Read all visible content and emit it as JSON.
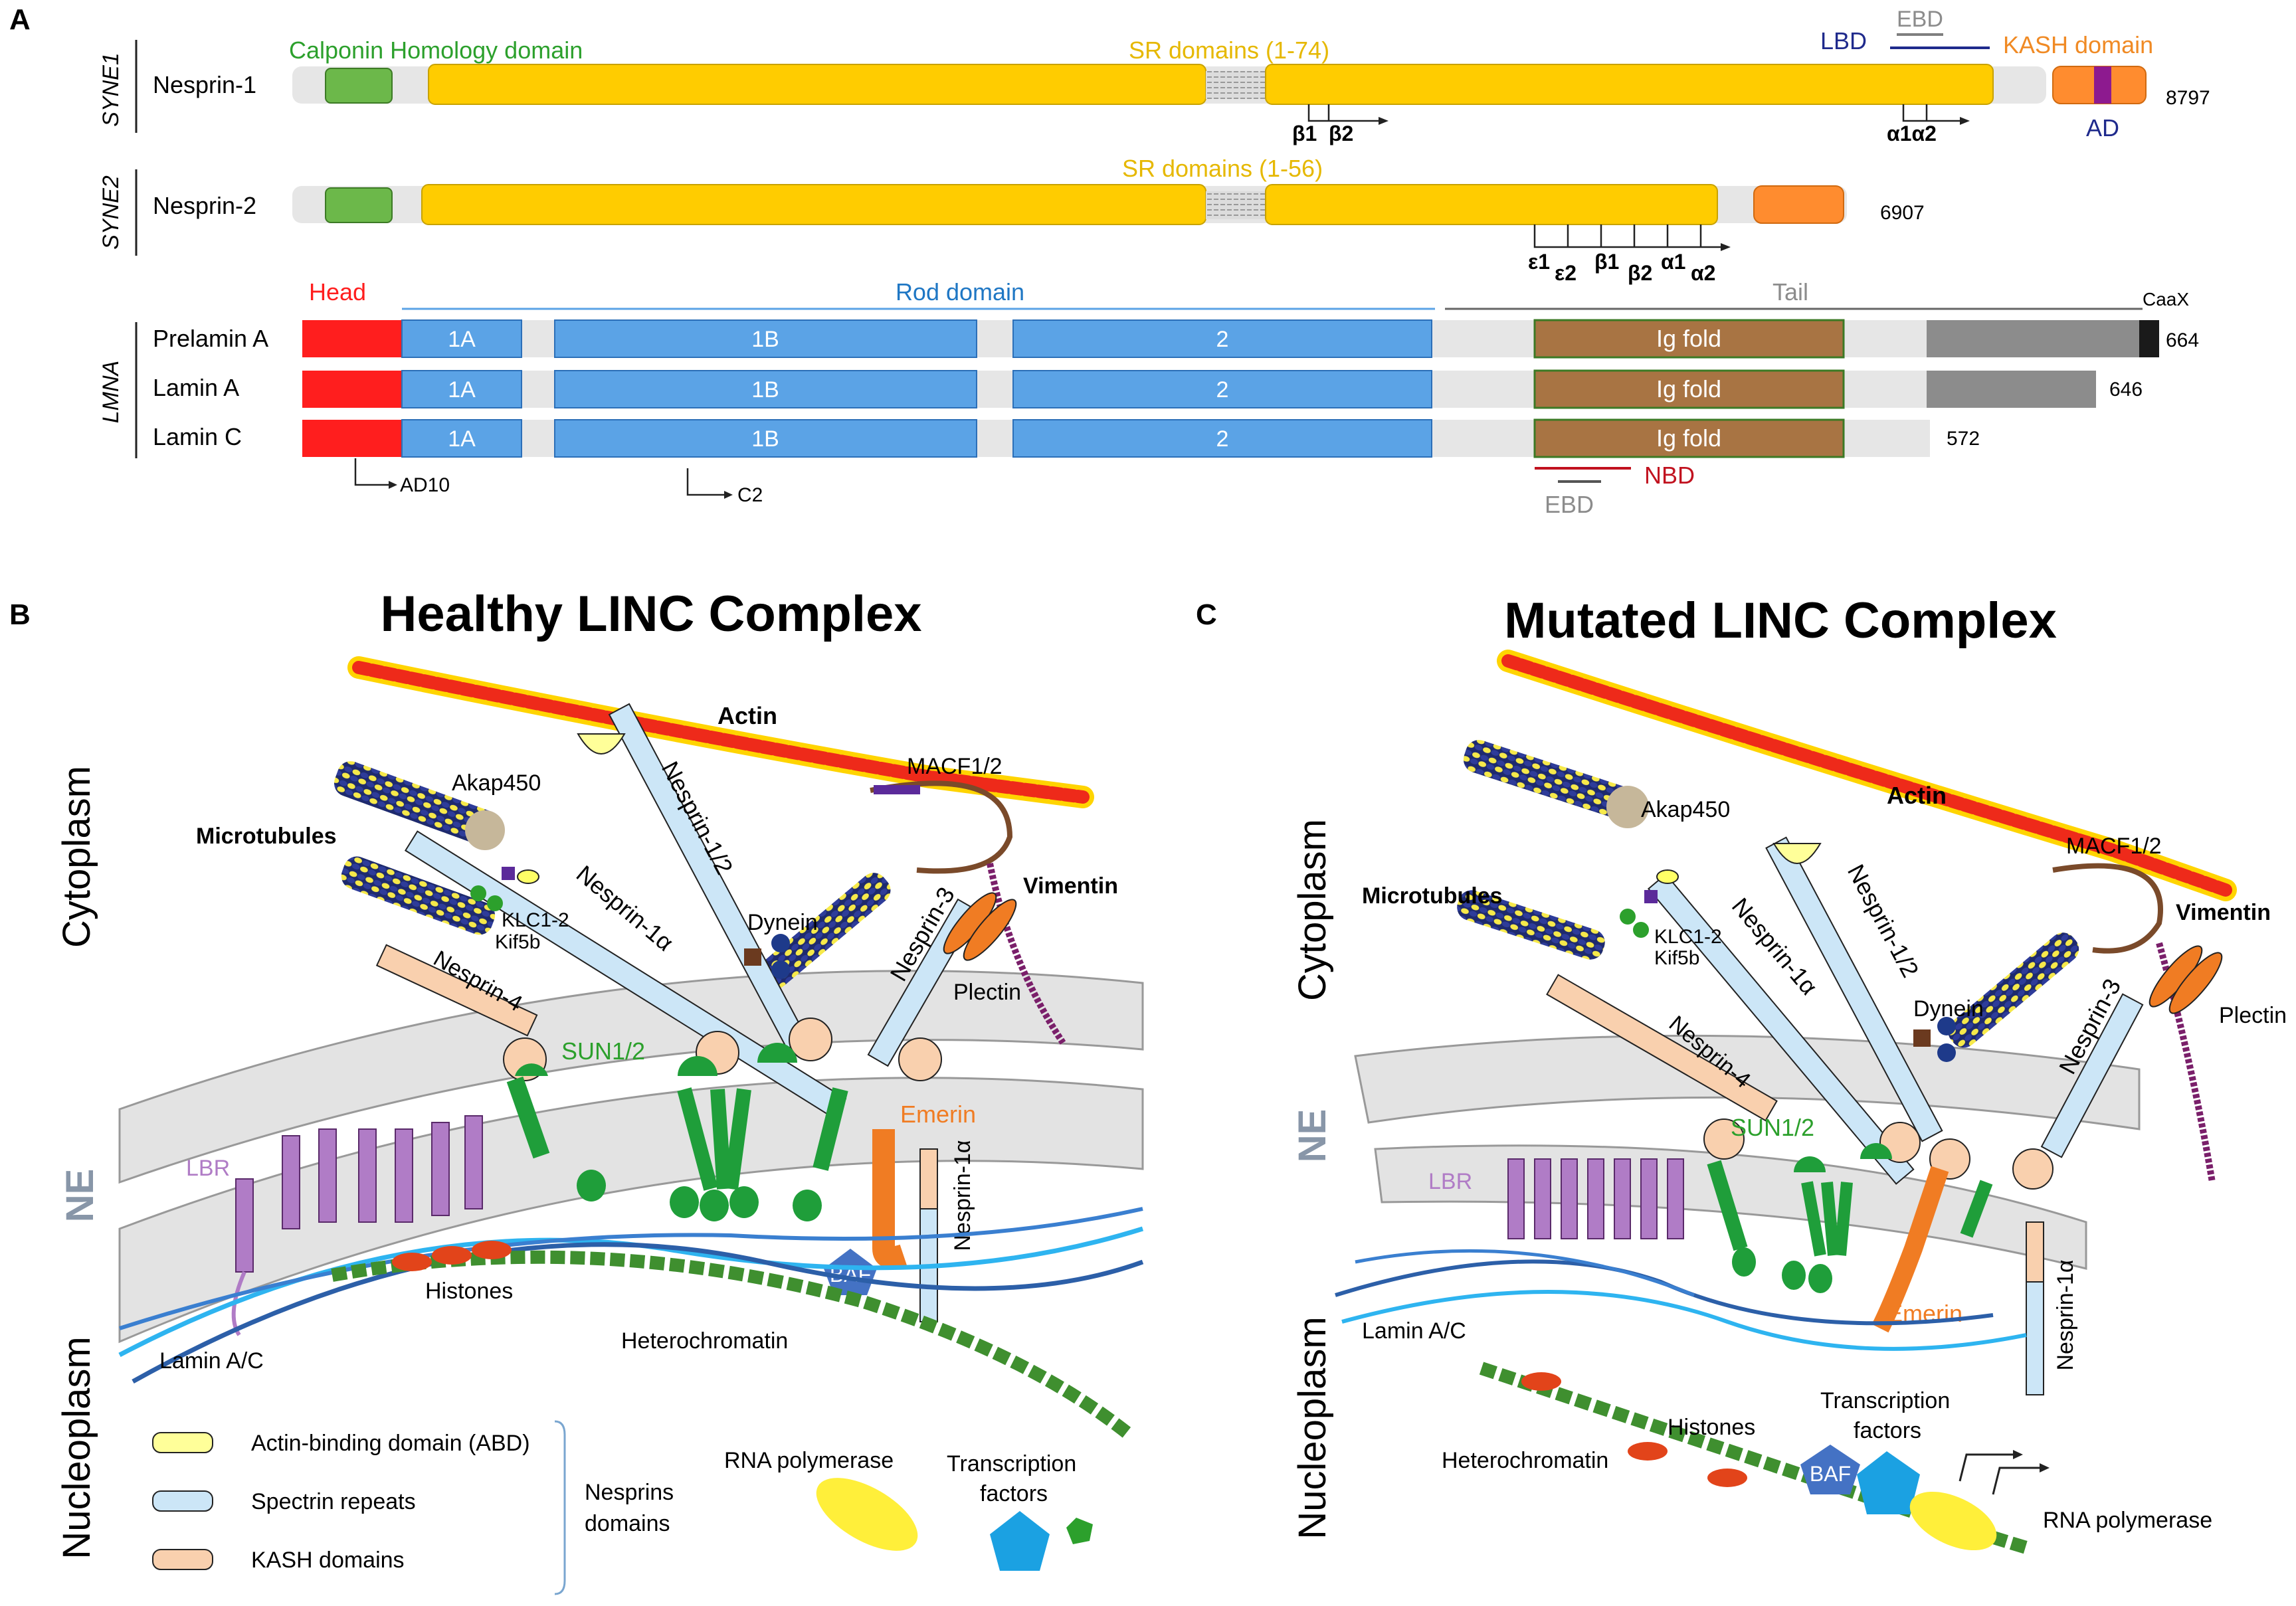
{
  "colors": {
    "calponin": "#6cb84a",
    "sr": "#ffcc00",
    "kash": "#ff8c2f",
    "ad": "#8d1a8f",
    "head": "#ff1e1e",
    "rod": "#5ba3e6",
    "igfold": "#a87443",
    "tailgray": "#8c8c8c",
    "caax": "#1a1a1a",
    "track": "#e6e6e6",
    "lbd": "#1f2a8c",
    "ebd": "#7f7f7f",
    "nbd": "#c1121f",
    "green_text": "#2ca02c",
    "orange_text": "#f08a24",
    "purple_text": "#b46ec0",
    "blue_text": "#1f77c4",
    "actin": "#ee2a1a",
    "actin_glow": "#ffd400",
    "abd": "#ffff99",
    "spectrin": "#cce6f7",
    "kashdom": "#f9d0ae",
    "ne": "#dedede",
    "sun": "#1f9e3a",
    "emerin": "#f07c23",
    "lbr": "#b07cc6",
    "baf": "#4472c4",
    "tf": "#1ba1e2",
    "rnapol": "#ffef3a",
    "dna": "#3f8f2f",
    "histone": "#e2441a",
    "lamin_dark": "#2c5fa8",
    "lamin_light": "#2eb4f0",
    "vimentin": "#7a1f6a",
    "plectin": "#f07c23"
  },
  "panelA": {
    "letter": "A",
    "genes": {
      "syne1": "SYNE1",
      "syne2": "SYNE2",
      "lmna": "LMNA"
    },
    "nesprin1": {
      "name": "Nesprin-1",
      "length": "8797",
      "ch_label": "Calponin Homology domain",
      "sr_label": "SR domains (1-74)",
      "lbd": "LBD",
      "ebd": "EBD",
      "kash_label": "KASH domain",
      "ad": "AD",
      "isoform_marks": [
        "β1",
        "β2",
        "α1α2"
      ]
    },
    "nesprin2": {
      "name": "Nesprin-2",
      "length": "6907",
      "sr_label": "SR domains (1-56)",
      "isoform_marks": [
        "ε1",
        "ε2",
        "β1",
        "β2",
        "α1",
        "α2"
      ]
    },
    "lamin": {
      "head": "Head",
      "rod": "Rod   domain",
      "tail": "Tail",
      "caax": "CaaX",
      "segments": [
        "1A",
        "1B",
        "2"
      ],
      "ig": "Ig fold",
      "rows": [
        {
          "name": "Prelamin A",
          "length": "664"
        },
        {
          "name": "Lamin A",
          "length": "646"
        },
        {
          "name": "Lamin C",
          "length": "572"
        }
      ],
      "marks": [
        "AD10",
        "C2"
      ],
      "ebd": "EBD",
      "nbd": "NBD"
    }
  },
  "panelB": {
    "letter": "B",
    "title": "Healthy LINC Complex",
    "labels": {
      "cytoplasm": "Cytoplasm",
      "ne": "NE",
      "nucleoplasm": "Nucleoplasm",
      "actin": "Actin",
      "microtubules": "Microtubules",
      "akap": "Akap450",
      "macf": "MACF1/2",
      "vimentin": "Vimentin",
      "plectin": "Plectin",
      "dynein": "Dynein",
      "klc": "KLC1-2",
      "kif": "Kif5b",
      "nesprin1a": "Nesprin-1α",
      "nesprin12": "Nesprin-1/2",
      "nesprin3": "Nesprin-3",
      "nesprin4": "Nesprin-4",
      "sun": "SUN1/2",
      "emerin": "Emerin",
      "lbr": "LBR",
      "baf": "BAF",
      "nesprin1a_inner": "Nesprin-1α",
      "histones": "Histones",
      "heterochromatin": "Heterochromatin",
      "lamin": "Lamin A/C"
    },
    "legend": {
      "abd": "Actin-binding domain (ABD)",
      "spectrin": "Spectrin repeats",
      "kash": "KASH domains",
      "group": "Nesprins domains",
      "rnapol": "RNA polymerase",
      "tf": "Transcription factors"
    }
  },
  "panelC": {
    "letter": "C",
    "title": "Mutated LINC Complex",
    "labels": {
      "cytoplasm": "Cytoplasm",
      "ne": "NE",
      "nucleoplasm": "Nucleoplasm",
      "actin": "Actin",
      "microtubules": "Microtubules",
      "akap": "Akap450",
      "macf": "MACF1/2",
      "vimentin": "Vimentin",
      "plectin": "Plectin",
      "dynein": "Dynein",
      "klc": "KLC1-2",
      "kif": "Kif5b",
      "nesprin1a": "Nesprin-1α",
      "nesprin12": "Nesprin-1/2",
      "nesprin3": "Nesprin-3",
      "nesprin4": "Nesprin-4",
      "sun": "SUN1/2",
      "emerin": "Emerin",
      "lbr": "LBR",
      "baf": "BAF",
      "nesprin1a_inner": "Nesprin-1α",
      "lamin": "Lamin A/C",
      "histones": "Histones",
      "heterochromatin": "Heterochromatin",
      "tf": "Transcription factors",
      "rnapol": "RNA polymerase"
    }
  }
}
